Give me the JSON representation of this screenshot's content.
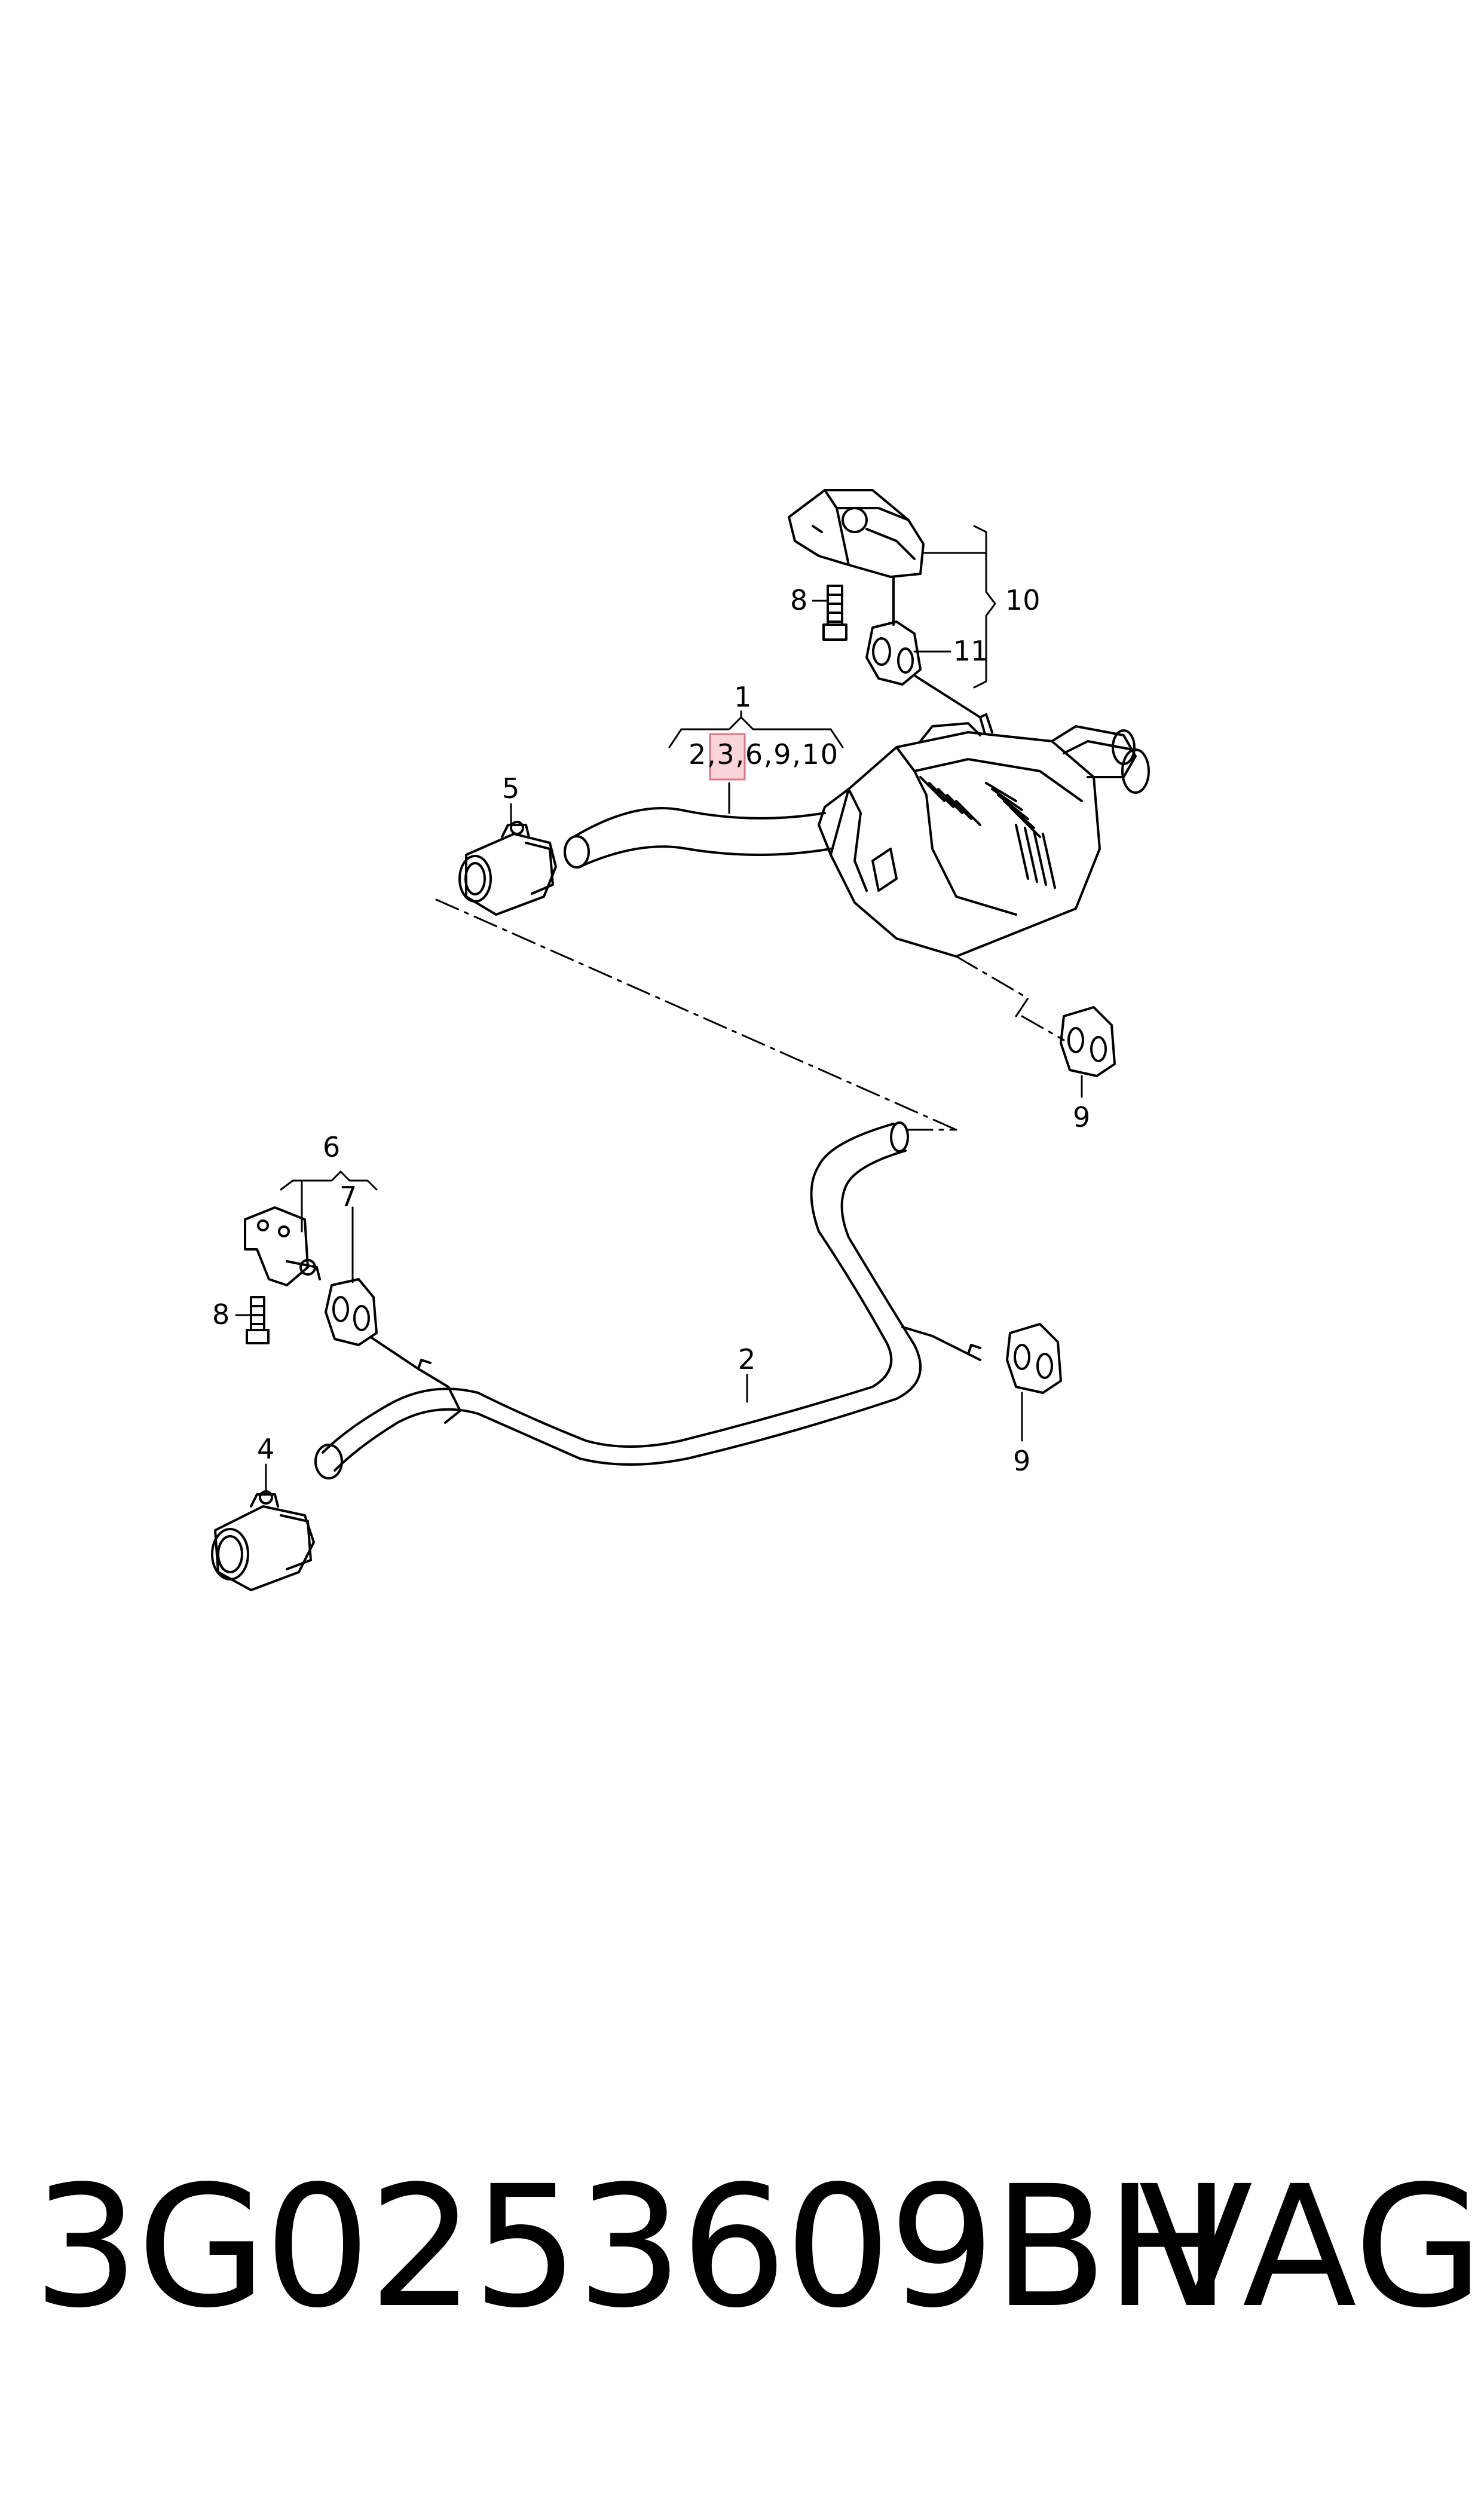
{
  "diagram": {
    "callouts": {
      "c1": "1",
      "c1_group": "2,3,6,9,10",
      "c2": "2",
      "c4": "4",
      "c5": "5",
      "c6": "6",
      "c7": "7",
      "c8_top": "8",
      "c8_bottom": "8",
      "c9_upper": "9",
      "c9_lower": "9",
      "c10": "10",
      "c11": "11"
    },
    "highlighted_callout": "3",
    "highlight_color": "#f4a6b0"
  },
  "footer": {
    "part_number": "3G0253609BH",
    "brand": "VAG"
  }
}
